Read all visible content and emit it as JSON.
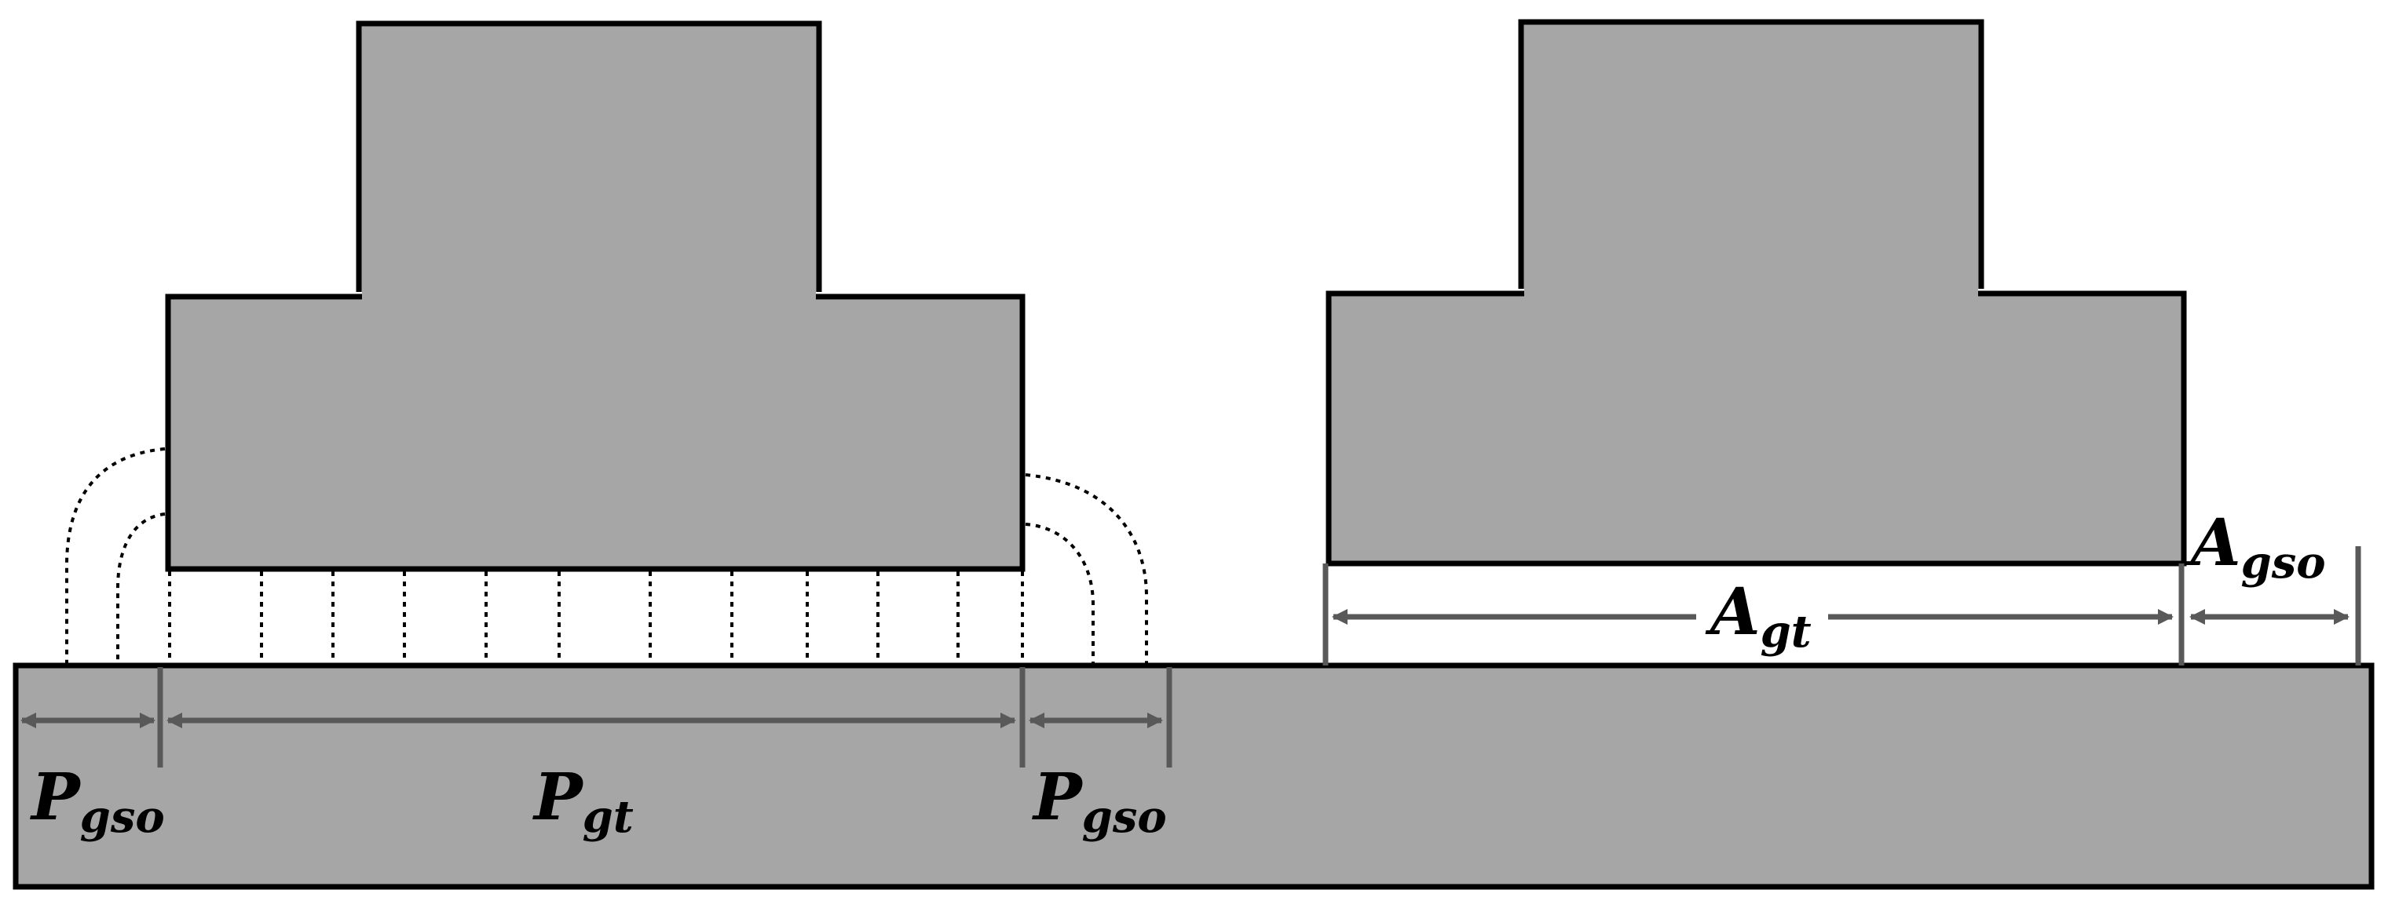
{
  "colors": {
    "shape_fill": "#a6a6a6",
    "outline": "#000000",
    "dimension_line": "#595959",
    "field_line": "#000000",
    "background": "#ffffff"
  },
  "labels": {
    "p_gso_left": {
      "main": "P",
      "sub": "gso"
    },
    "p_gt": {
      "main": "P",
      "sub": "gt"
    },
    "p_gso_right": {
      "main": "P",
      "sub": "gso"
    },
    "a_gt": {
      "main": "A",
      "sub": "gt"
    },
    "a_gso": {
      "main": "A",
      "sub": "gso"
    }
  }
}
